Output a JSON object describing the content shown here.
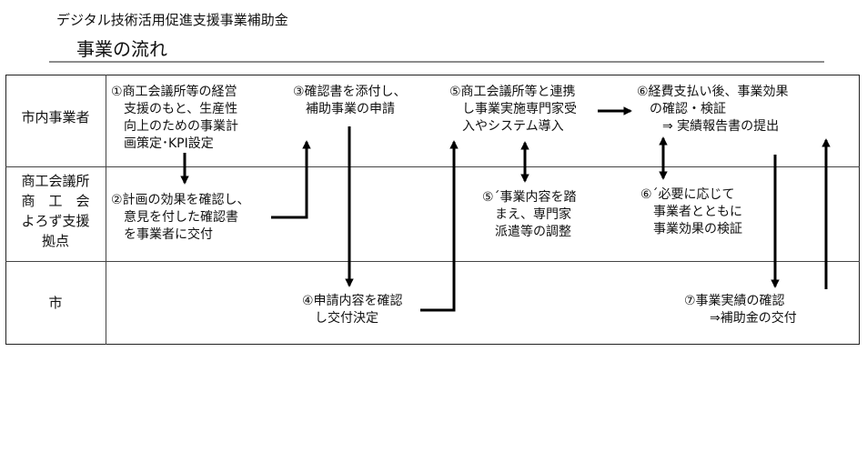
{
  "header": {
    "top_title": "デジタル技術活用促進支援事業補助金",
    "page_title": "事業の流れ"
  },
  "rows": [
    {
      "lines": [
        "市内事業者"
      ]
    },
    {
      "lines": [
        "商工会議所",
        "商　工　会",
        "よろず支援",
        "拠点"
      ]
    },
    {
      "lines": [
        "市"
      ]
    }
  ],
  "steps": {
    "s1": {
      "lines": [
        "①商工会議所等の経営",
        "　支援のもと、生産性",
        "　向上のための事業計",
        "　画策定･KPI設定"
      ]
    },
    "s2": {
      "lines": [
        "②計画の効果を確認し、",
        "　意見を付した確認書",
        "　を事業者に交付"
      ]
    },
    "s3": {
      "lines": [
        "③確認書を添付し、",
        "　補助事業の申請"
      ]
    },
    "s4": {
      "lines": [
        "④申請内容を確認",
        "　し交付決定"
      ]
    },
    "s5": {
      "lines": [
        "⑤商工会議所等と連携",
        "　し事業実施専門家受",
        "　入やシステム導入"
      ]
    },
    "s5b": {
      "lines": [
        "⑤´事業内容を踏",
        "　まえ、専門家",
        "　派遣等の調整"
      ]
    },
    "s6": {
      "lines": [
        "⑥経費支払い後、事業効果",
        "　の確認・検証",
        "　　⇒ 実績報告書の提出"
      ]
    },
    "s6b": {
      "lines": [
        "⑥´必要に応じて",
        "　事業者とともに",
        "　事業効果の検証"
      ]
    },
    "s7": {
      "lines": [
        "⑦事業実績の確認",
        "　　⇒補助金の交付"
      ]
    }
  }
}
